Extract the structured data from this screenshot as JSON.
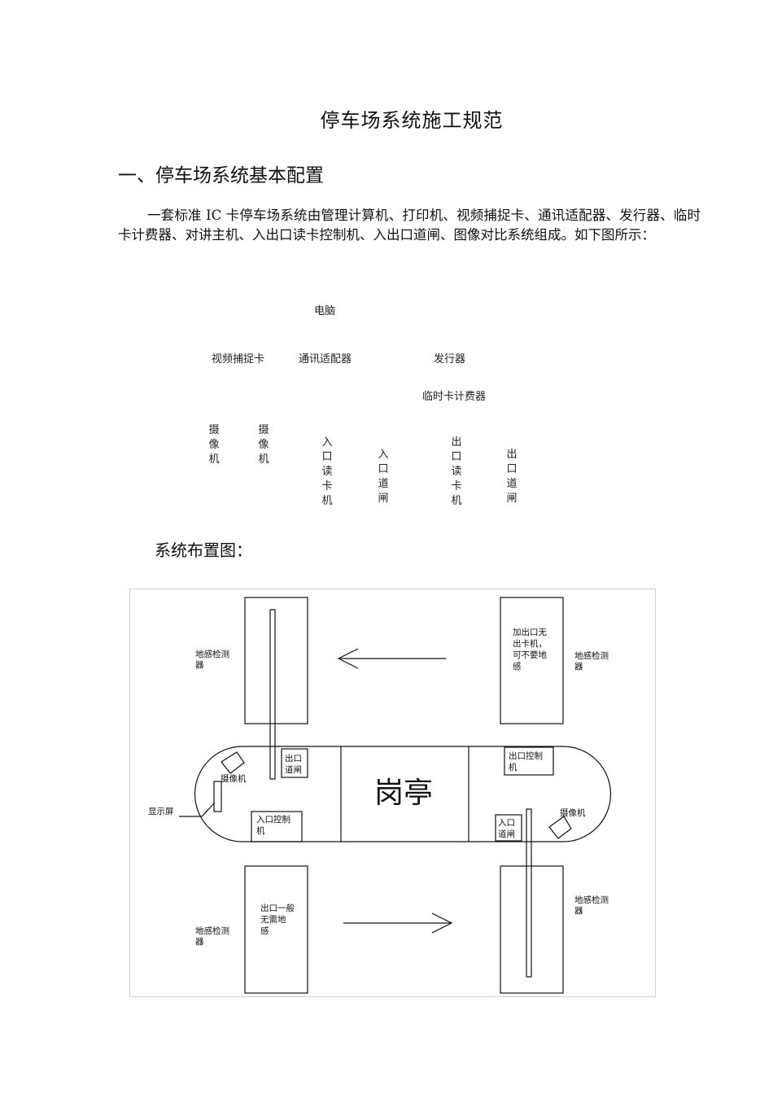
{
  "title": "停车场系统施工规范",
  "section1": {
    "heading": "一、停车场系统基本配置",
    "paragraph": "一套标准 IC 卡停车场系统由管理计算机、打印机、视频捕捉卡、通讯适配器、发行器、临时卡计费器、对讲主机、入出口读卡控制机、入出口道闸、图像对比系统组成。如下图所示："
  },
  "config_diagram": {
    "computer": "电脑",
    "video_card": "视频捕捉卡",
    "adapter": "通讯适配器",
    "issuer": "发行器",
    "temp_card_billing": "临时卡计费器",
    "camera_1": "摄像机",
    "camera_2": "摄像机",
    "entry_reader": "入口读卡机",
    "entry_gate": "入口道闸",
    "exit_reader": "出口读卡机",
    "exit_gate": "出口道闸"
  },
  "section2": {
    "heading": "系统布置图："
  },
  "layout_diagram": {
    "booth": "岗亭",
    "loop_detector_top_left": "地感检测器",
    "loop_detector_top_right": "地感检测器",
    "loop_detector_bottom_left": "地感检测器",
    "loop_detector_bottom_right": "地感检测器",
    "note_top_right": [
      "加出口无",
      "出卡机，",
      "可不要地",
      "感"
    ],
    "note_bottom_left": [
      "出口一般",
      "无需地",
      "感"
    ],
    "exit_gate": [
      "出口",
      "道闸"
    ],
    "exit_controller": [
      "出口控制",
      "机"
    ],
    "entry_controller": [
      "入口控制",
      "机"
    ],
    "entry_gate": [
      "入口",
      "道闸"
    ],
    "camera_left": "摄像机",
    "camera_right": "摄像机",
    "display": "显示屏"
  }
}
